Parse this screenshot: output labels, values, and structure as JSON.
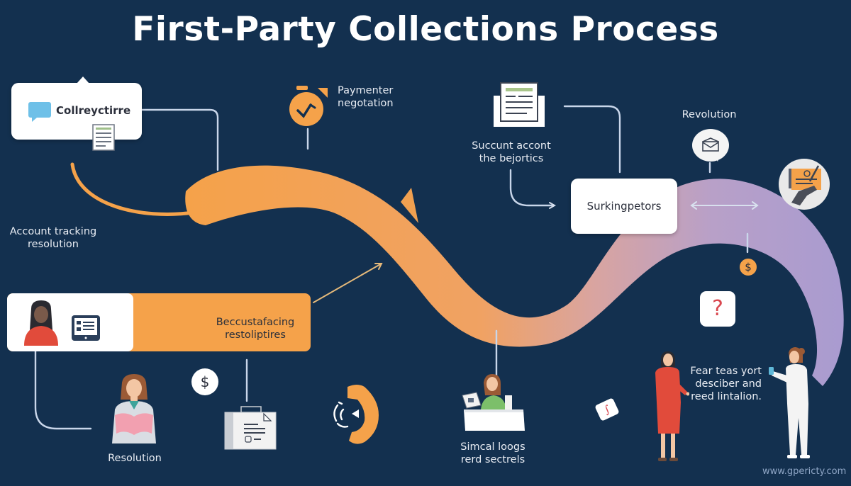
{
  "header": {
    "title": "First-Party Collections Process"
  },
  "colors": {
    "background": "#13304F",
    "ribbon_orange": "#F5A24A",
    "ribbon_pink": "#D9A4A0",
    "ribbon_lavender": "#A99BD0",
    "card_white": "#FFFFFF",
    "connector_line": "#C9D6EA",
    "accent_orange": "#F5A24A",
    "accent_red": "#E14B3B"
  },
  "nodes": {
    "collreyctirre_card": {
      "label": "Collreyctirre",
      "icon": "chat-bubble-icon",
      "attachment_icon": "document-icon"
    },
    "account_tracking": {
      "line1": "Account tracking",
      "line2": "resolution"
    },
    "payment_negotiation": {
      "line1": "Paymenter",
      "line2": "negotation",
      "icon": "alarm-clock-check-icon"
    },
    "succunt_account": {
      "line1": "Succunt accont",
      "line2": "the bejortics",
      "icon": "document-folder-icon"
    },
    "surkingpetors_card": {
      "label": "Surkingpetors"
    },
    "revolution": {
      "label": "Revolution",
      "icon": "envelope-speech-bubble-icon"
    },
    "signed_contract": {
      "icon": "hand-signing-contract-icon"
    },
    "dollar_coin_right": {
      "symbol": "$"
    },
    "question_badge": {
      "symbol": "?"
    },
    "customer_facing_card": {
      "line1": "Beccustafacing",
      "line2": "restoliptires",
      "avatar_icon": "woman-avatar-icon",
      "screen_icon": "tablet-list-icon"
    },
    "resolution": {
      "label": "Resolution",
      "icon": "woman-reading-icon"
    },
    "dollar_coin_left": {
      "symbol": "$"
    },
    "case_file": {
      "icon": "case-file-icon"
    },
    "phone": {
      "icon": "phone-call-icon"
    },
    "simcal_logs": {
      "line1": "Simcal loogs",
      "line2": "rerd sectrels",
      "icon": "woman-at-desk-icon"
    },
    "squiggle_badge": {
      "symbol": "∫"
    },
    "fear_teas": {
      "line1": "Fear teas yort",
      "line2": "desciber and",
      "line3": "reed lintalion.",
      "left_figure": "businesswoman-red-suit-icon",
      "right_figure": "doctor-with-phone-icon"
    }
  },
  "footer": {
    "url": "www.gpericty.com"
  }
}
